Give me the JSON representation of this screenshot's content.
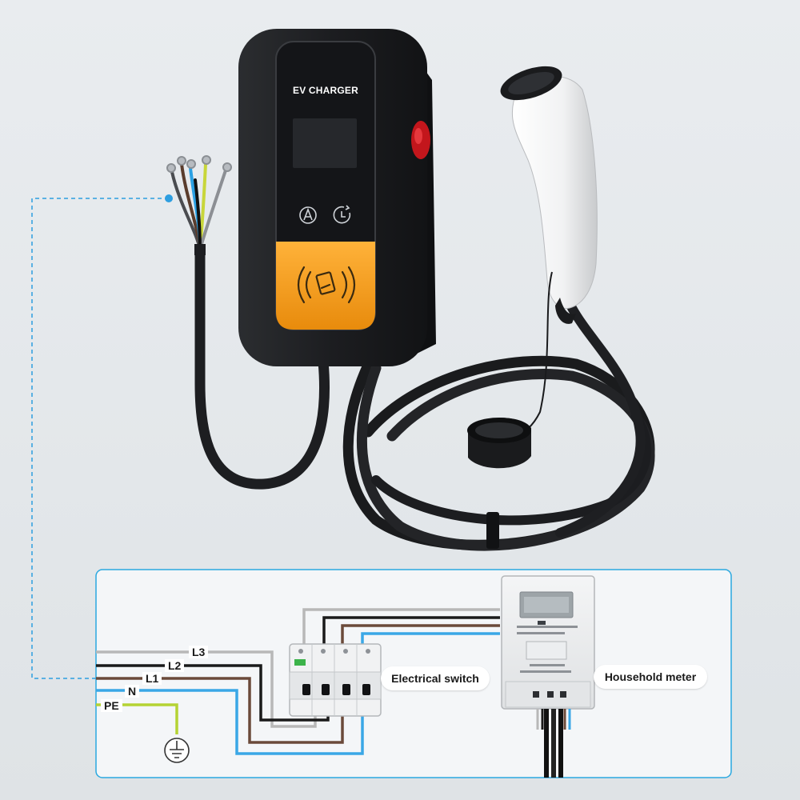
{
  "device": {
    "title": "EV CHARGER",
    "accent_color": "#f5a21e",
    "body_color": "#1d1f22",
    "icons": [
      "auto-mode-icon",
      "timer-icon",
      "rfid-card-icon",
      "emergency-stop-icon"
    ]
  },
  "wiring": {
    "labels": {
      "l3": "L3",
      "l2": "L2",
      "l1": "L1",
      "n": "N",
      "pe": "PE"
    },
    "colors": {
      "l3": "#b8b8b8",
      "l2": "#1a1a1a",
      "l1": "#6b4a3a",
      "n": "#3aa7e6",
      "pe": "#b5d334",
      "guide": "#2d9ee0"
    }
  },
  "components": {
    "switch_label": "Electrical switch",
    "meter_label": "Household meter"
  }
}
